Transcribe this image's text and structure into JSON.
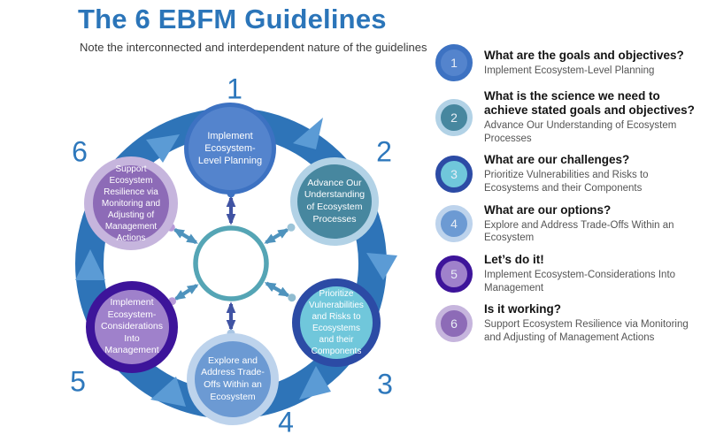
{
  "title": "The 6 EBFM Guidelines",
  "subtitle": "Note the interconnected and interdependent nature of the guidelines",
  "colors": {
    "title_blue": "#2b75b9",
    "ring_band_blue": "#2e74b8",
    "flow_arrow_light_blue": "#5b9bd5",
    "hub_teal": "#55a5b5",
    "spoke_steel_blue": "#4e93bd",
    "spoke_navy": "#4053a3",
    "number_blue": "#2e78bc"
  },
  "diagram": {
    "nodes": [
      {
        "number": "1",
        "label": "Implement Ecosystem-Level Planning",
        "fill": "#5484cd",
        "ring": "#3d72c2"
      },
      {
        "number": "2",
        "label": "Advance Our Understanding of Ecosystem Processes",
        "fill": "#47879f",
        "ring": "#b2d2e6"
      },
      {
        "number": "3",
        "label": "Prioritize Vulnerabilities and Risks to Ecosystems and their Components",
        "fill": "#70c7db",
        "ring": "#2c4ba5"
      },
      {
        "number": "4",
        "label": "Explore and Address Trade-Offs Within an Ecosystem",
        "fill": "#6c9ad3",
        "ring": "#bdd3ec"
      },
      {
        "number": "5",
        "label": "Implement Ecosystem-Considerations Into Management",
        "fill": "#9f81cb",
        "ring": "#3d149a"
      },
      {
        "number": "6",
        "label": "Support Ecosystem Resilience via Monitoring and Adjusting of Management Actions",
        "fill": "#8d6bb7",
        "ring": "#c6b5dd"
      }
    ]
  },
  "legend": {
    "items": [
      {
        "number": "1",
        "heading": "What are the goals and objectives?",
        "description": "Implement Ecosystem-Level Planning",
        "fill": "#5484cd",
        "ring": "#3d72c2"
      },
      {
        "number": "2",
        "heading": "What is the science we need to achieve stated goals and objectives?",
        "description": "Advance Our Understanding of Ecosystem Processes",
        "fill": "#47879f",
        "ring": "#b2d2e6"
      },
      {
        "number": "3",
        "heading": "What are our challenges?",
        "description": "Prioritize Vulnerabilities and Risks to Ecosystems and their Components",
        "fill": "#70c7db",
        "ring": "#2c4ba5"
      },
      {
        "number": "4",
        "heading": "What are our options?",
        "description": "Explore and Address Trade-Offs Within an Ecosystem",
        "fill": "#6c9ad3",
        "ring": "#bdd3ec"
      },
      {
        "number": "5",
        "heading": "Let’s do it!",
        "description": "Implement  Ecosystem-Considerations Into Management",
        "fill": "#9f81cb",
        "ring": "#3d149a"
      },
      {
        "number": "6",
        "heading": "Is it working?",
        "description": "Support Ecosystem Resilience via Monitoring and Adjusting of Management Actions",
        "fill": "#8d6bb7",
        "ring": "#c6b5dd"
      }
    ]
  }
}
